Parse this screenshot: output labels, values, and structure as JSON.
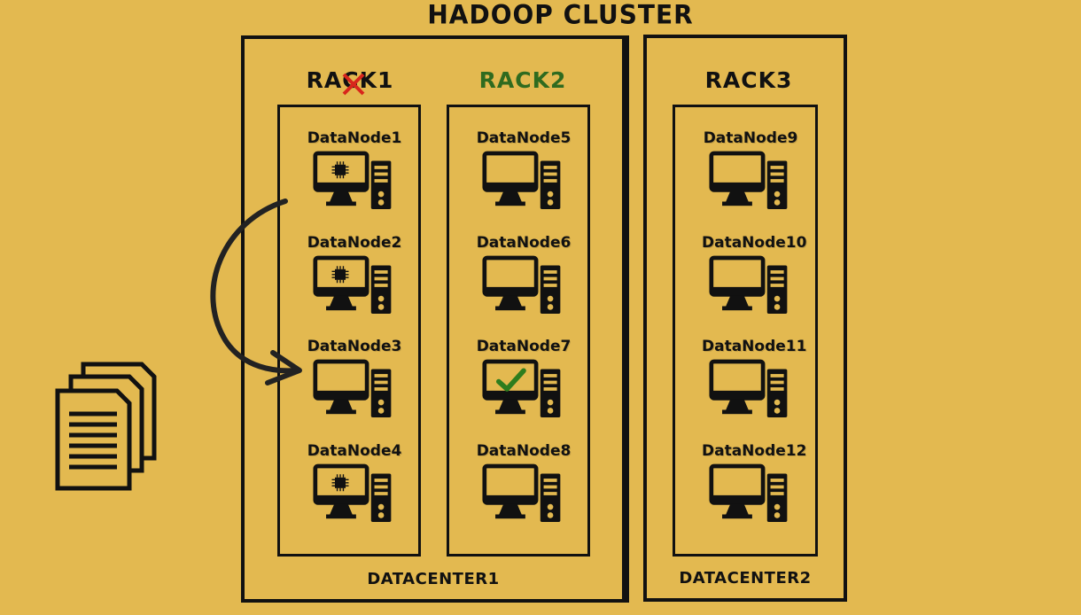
{
  "title": "HADOOP CLUSTER",
  "colors": {
    "background": "#E3B950",
    "ink": "#111111",
    "rack2_label": "#2F6B1F",
    "fail_mark": "#D8261C",
    "check_mark": "#2E7D1E"
  },
  "datacenters": [
    {
      "label": "DATACENTER1"
    },
    {
      "label": "DATACENTER2"
    }
  ],
  "racks": [
    {
      "label_before": "RA",
      "label_struck": "C",
      "label_after": "K1",
      "status": "failed"
    },
    {
      "label": "RACK2",
      "status": "highlighted"
    },
    {
      "label": "RACK3",
      "status": "normal"
    }
  ],
  "nodes": [
    {
      "label": "DataNode1",
      "has_block": true
    },
    {
      "label": "DataNode2",
      "has_block": true
    },
    {
      "label": "DataNode3",
      "has_block": false
    },
    {
      "label": "DataNode4",
      "has_block": true
    },
    {
      "label": "DataNode5",
      "has_block": false
    },
    {
      "label": "DataNode6",
      "has_block": false
    },
    {
      "label": "DataNode7",
      "has_block": false,
      "replicated": true
    },
    {
      "label": "DataNode8",
      "has_block": false
    },
    {
      "label": "DataNode9",
      "has_block": false
    },
    {
      "label": "DataNode10",
      "has_block": false
    },
    {
      "label": "DataNode11",
      "has_block": false
    },
    {
      "label": "DataNode12",
      "has_block": false
    }
  ],
  "icons": {
    "node": "computer-icon",
    "block": "chip-icon",
    "replica": "checkmark-icon",
    "files": "documents-icon",
    "failure": "cross-icon",
    "replication": "curved-arrow-icon"
  }
}
